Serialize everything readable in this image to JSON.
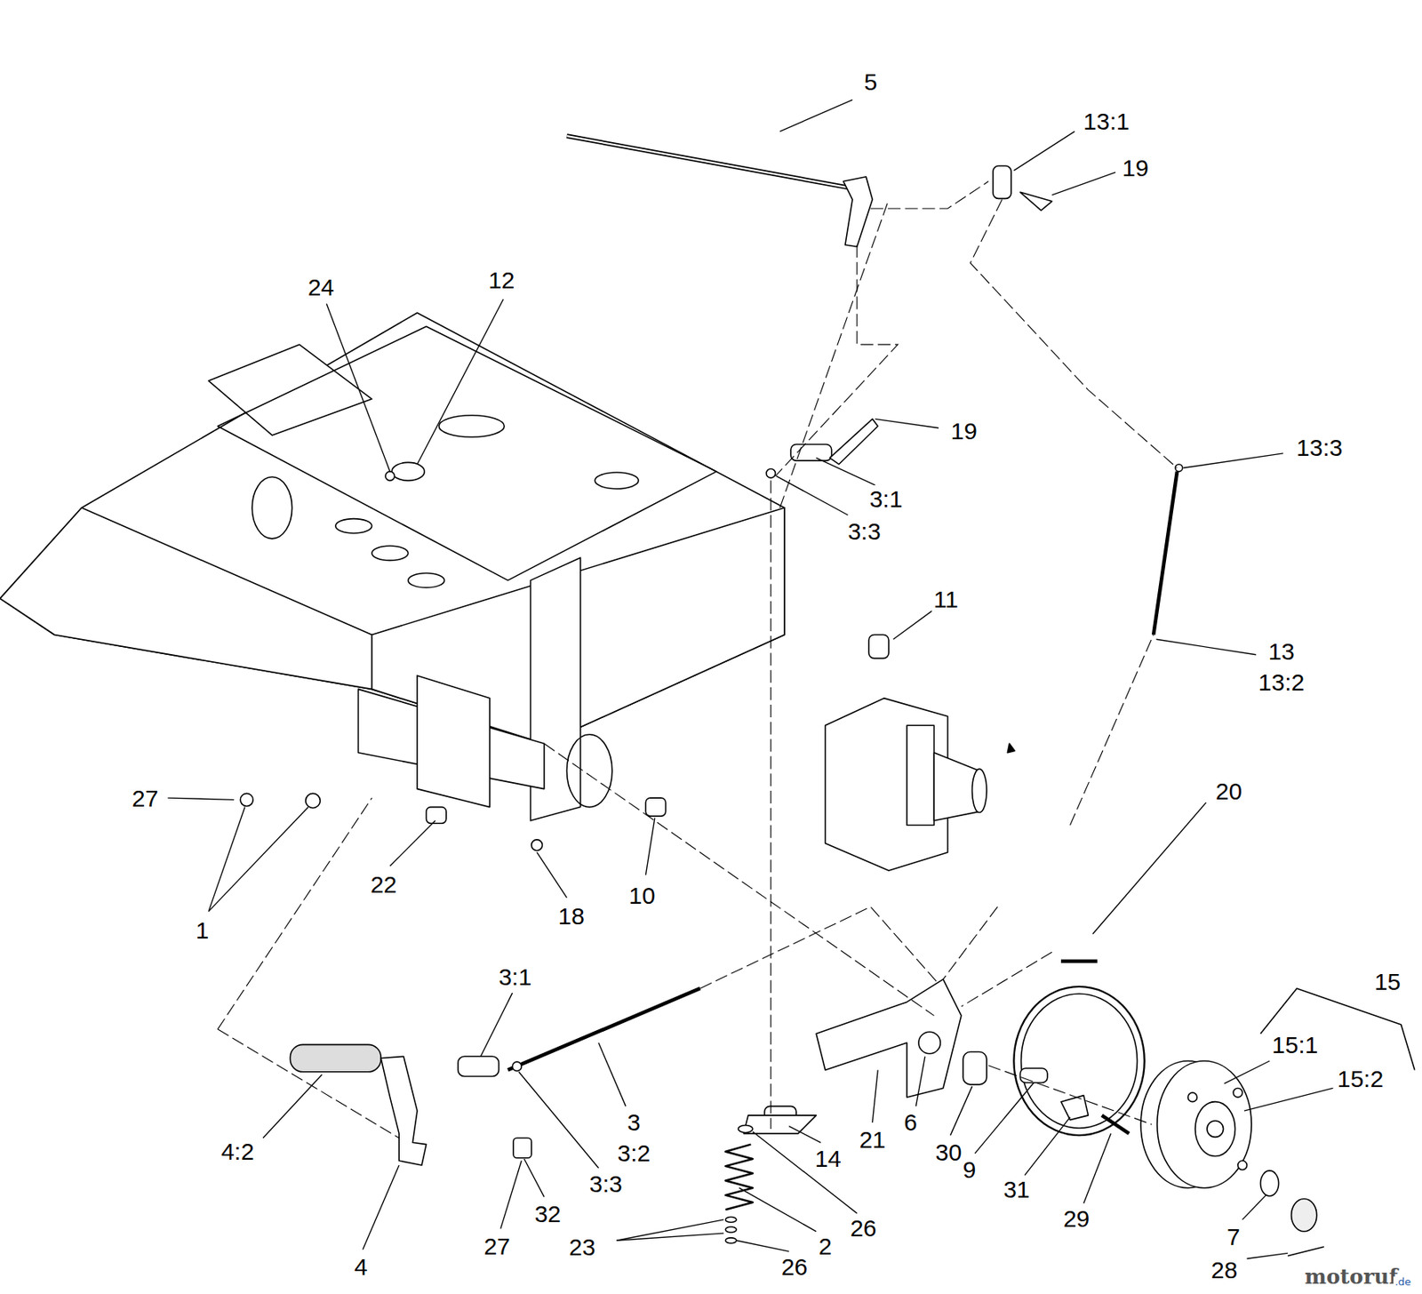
{
  "diagram": {
    "labels": [
      "5",
      "13:1",
      "19",
      "24",
      "12",
      "19",
      "3:1",
      "3:3",
      "13:3",
      "11",
      "13",
      "13:2",
      "20",
      "27",
      "1",
      "22",
      "18",
      "10",
      "15",
      "15:1",
      "15:2",
      "3:1",
      "4:2",
      "3",
      "3:2",
      "14",
      "21",
      "6",
      "30",
      "9",
      "31",
      "29",
      "7",
      "27",
      "32",
      "3:3",
      "26",
      "2",
      "23",
      "26",
      "4",
      "28",
      "motoruf",
      ".de"
    ]
  }
}
